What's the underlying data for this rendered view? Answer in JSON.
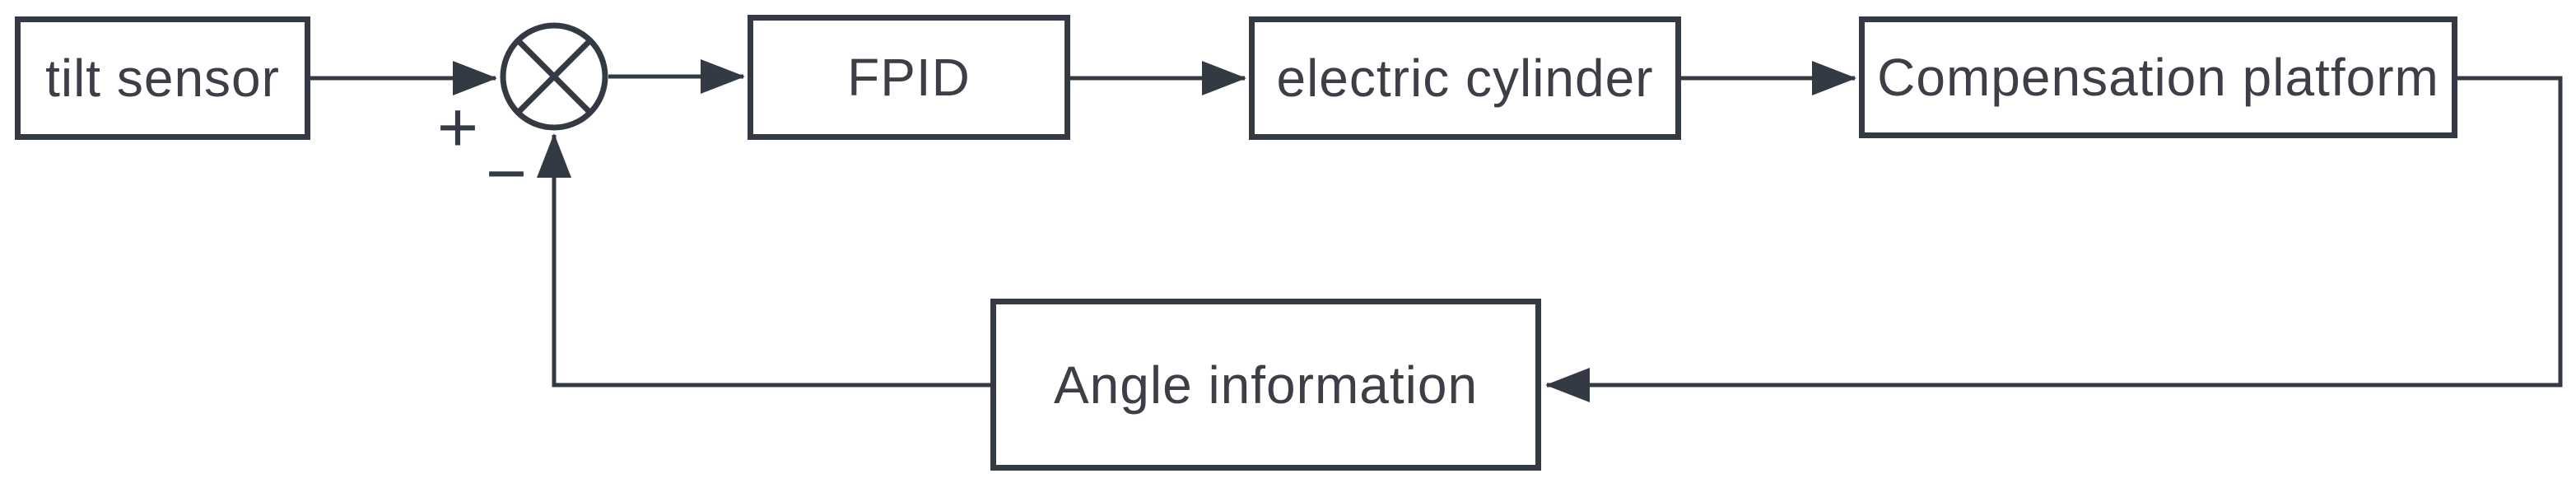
{
  "diagram": {
    "type": "block-diagram",
    "description": "Closed-loop control block diagram of a compensation platform with FPID controller",
    "nodes": [
      {
        "id": "tilt-sensor",
        "label": "tilt sensor"
      },
      {
        "id": "fpid",
        "label": "FPID"
      },
      {
        "id": "electric-cylinder",
        "label": "electric cylinder"
      },
      {
        "id": "compensation-platform",
        "label": "Compensation platform"
      },
      {
        "id": "angle-information",
        "label": "Angle information"
      }
    ],
    "summing_junction": {
      "symbol": "circle-with-cross",
      "plus_label": "+",
      "minus_label": "−"
    },
    "connections": [
      {
        "from": "tilt-sensor",
        "to": "summing-junction",
        "sign": "+"
      },
      {
        "from": "summing-junction",
        "to": "fpid"
      },
      {
        "from": "fpid",
        "to": "electric-cylinder"
      },
      {
        "from": "electric-cylinder",
        "to": "compensation-platform"
      },
      {
        "from": "compensation-platform",
        "to": "angle-information",
        "path": "right-down-left feedback"
      },
      {
        "from": "angle-information",
        "to": "summing-junction",
        "sign": "−",
        "path": "left-up feedback"
      }
    ],
    "colors": {
      "stroke": "#333a43",
      "text": "#3c4046",
      "background": "#ffffff"
    }
  }
}
